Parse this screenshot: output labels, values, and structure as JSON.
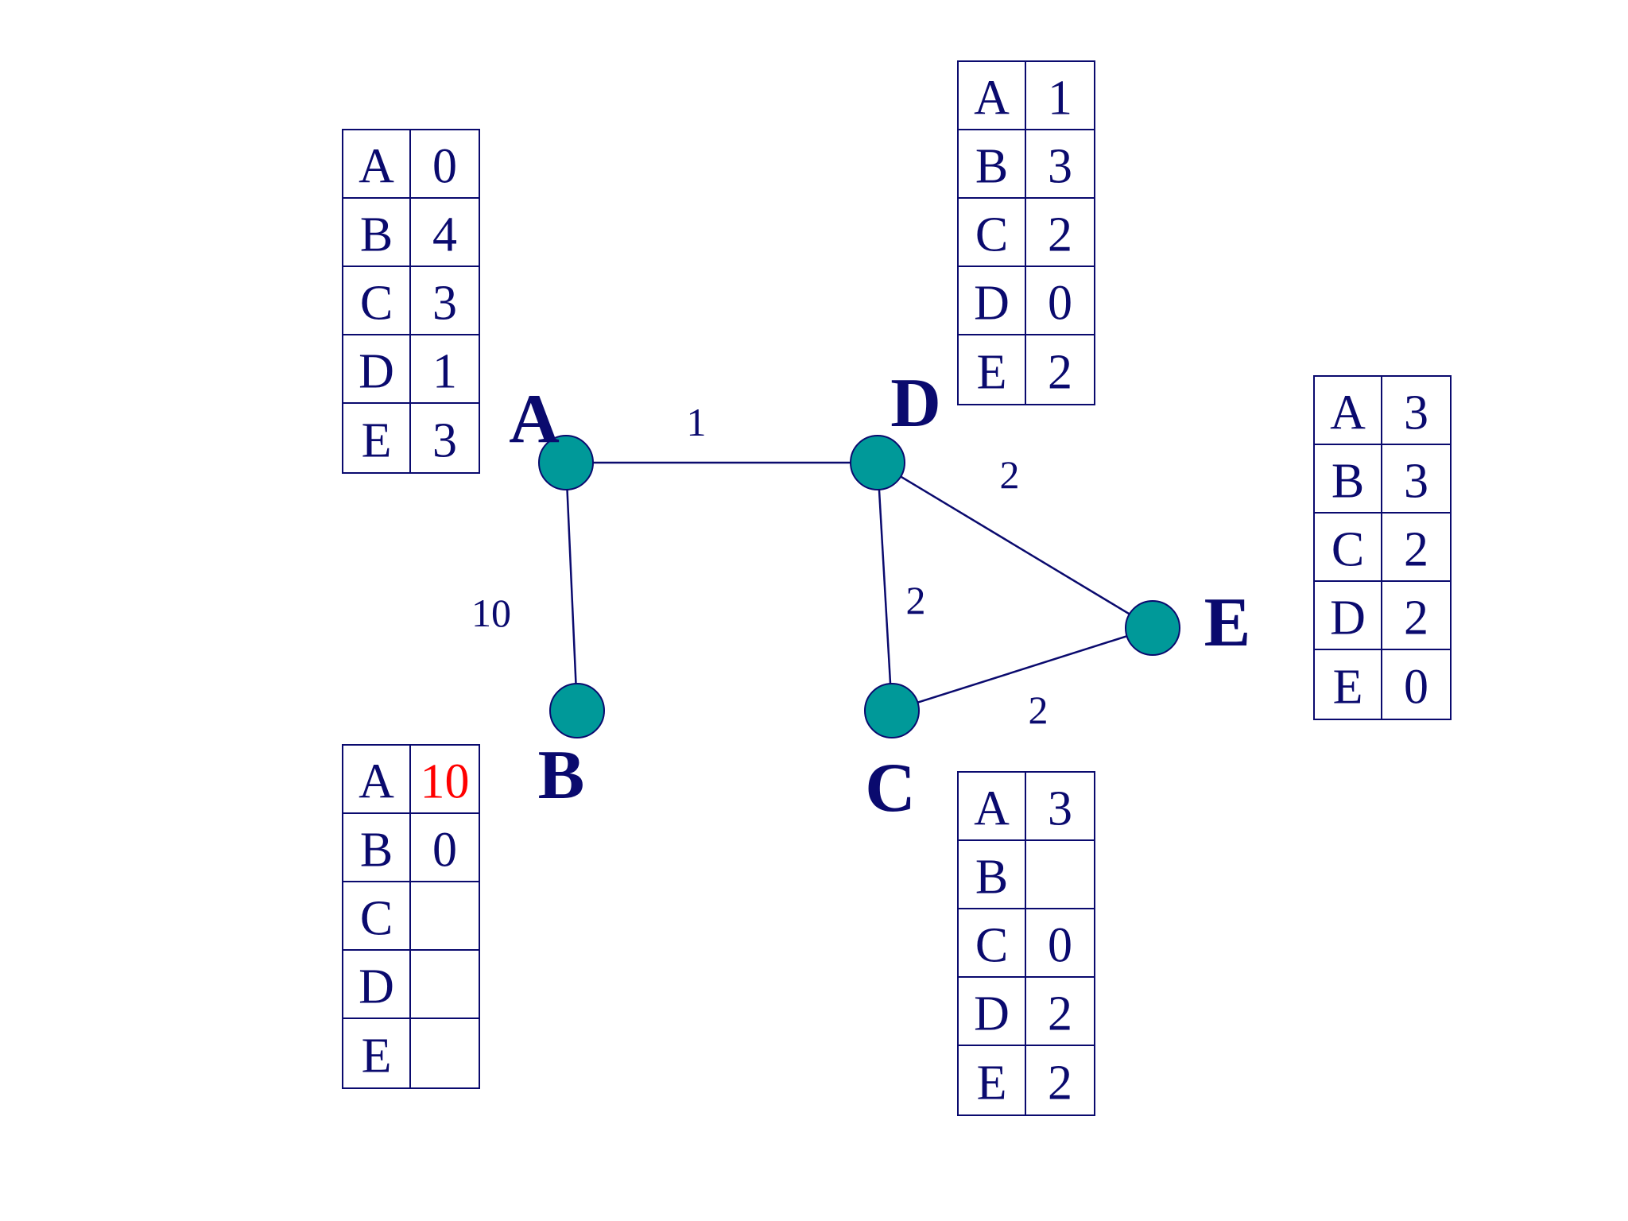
{
  "colors": {
    "ink": "#0a0a6e",
    "node_fill": "#009999",
    "highlight": "#ff0000"
  },
  "nodes": [
    {
      "id": "A",
      "label": "A"
    },
    {
      "id": "B",
      "label": "B"
    },
    {
      "id": "C",
      "label": "C"
    },
    {
      "id": "D",
      "label": "D"
    },
    {
      "id": "E",
      "label": "E"
    }
  ],
  "edges": [
    {
      "from": "A",
      "to": "D",
      "weight": "1"
    },
    {
      "from": "A",
      "to": "B",
      "weight": "10"
    },
    {
      "from": "D",
      "to": "E",
      "weight": "2"
    },
    {
      "from": "D",
      "to": "C",
      "weight": "2"
    },
    {
      "from": "C",
      "to": "E",
      "weight": "2"
    }
  ],
  "tables": [
    {
      "node": "A",
      "rows": [
        {
          "dest": "A",
          "cost": "0"
        },
        {
          "dest": "B",
          "cost": "4"
        },
        {
          "dest": "C",
          "cost": "3"
        },
        {
          "dest": "D",
          "cost": "1"
        },
        {
          "dest": "E",
          "cost": "3"
        }
      ]
    },
    {
      "node": "B",
      "rows": [
        {
          "dest": "A",
          "cost": "10",
          "highlight": true
        },
        {
          "dest": "B",
          "cost": "0"
        },
        {
          "dest": "C",
          "cost": ""
        },
        {
          "dest": "D",
          "cost": ""
        },
        {
          "dest": "E",
          "cost": ""
        }
      ]
    },
    {
      "node": "D",
      "rows": [
        {
          "dest": "A",
          "cost": "1"
        },
        {
          "dest": "B",
          "cost": "3"
        },
        {
          "dest": "C",
          "cost": "2"
        },
        {
          "dest": "D",
          "cost": "0"
        },
        {
          "dest": "E",
          "cost": "2"
        }
      ]
    },
    {
      "node": "E",
      "rows": [
        {
          "dest": "A",
          "cost": "3"
        },
        {
          "dest": "B",
          "cost": "3"
        },
        {
          "dest": "C",
          "cost": "2"
        },
        {
          "dest": "D",
          "cost": "2"
        },
        {
          "dest": "E",
          "cost": "0"
        }
      ]
    },
    {
      "node": "C",
      "rows": [
        {
          "dest": "A",
          "cost": "3"
        },
        {
          "dest": "B",
          "cost": ""
        },
        {
          "dest": "C",
          "cost": "0"
        },
        {
          "dest": "D",
          "cost": "2"
        },
        {
          "dest": "E",
          "cost": "2"
        }
      ]
    }
  ]
}
